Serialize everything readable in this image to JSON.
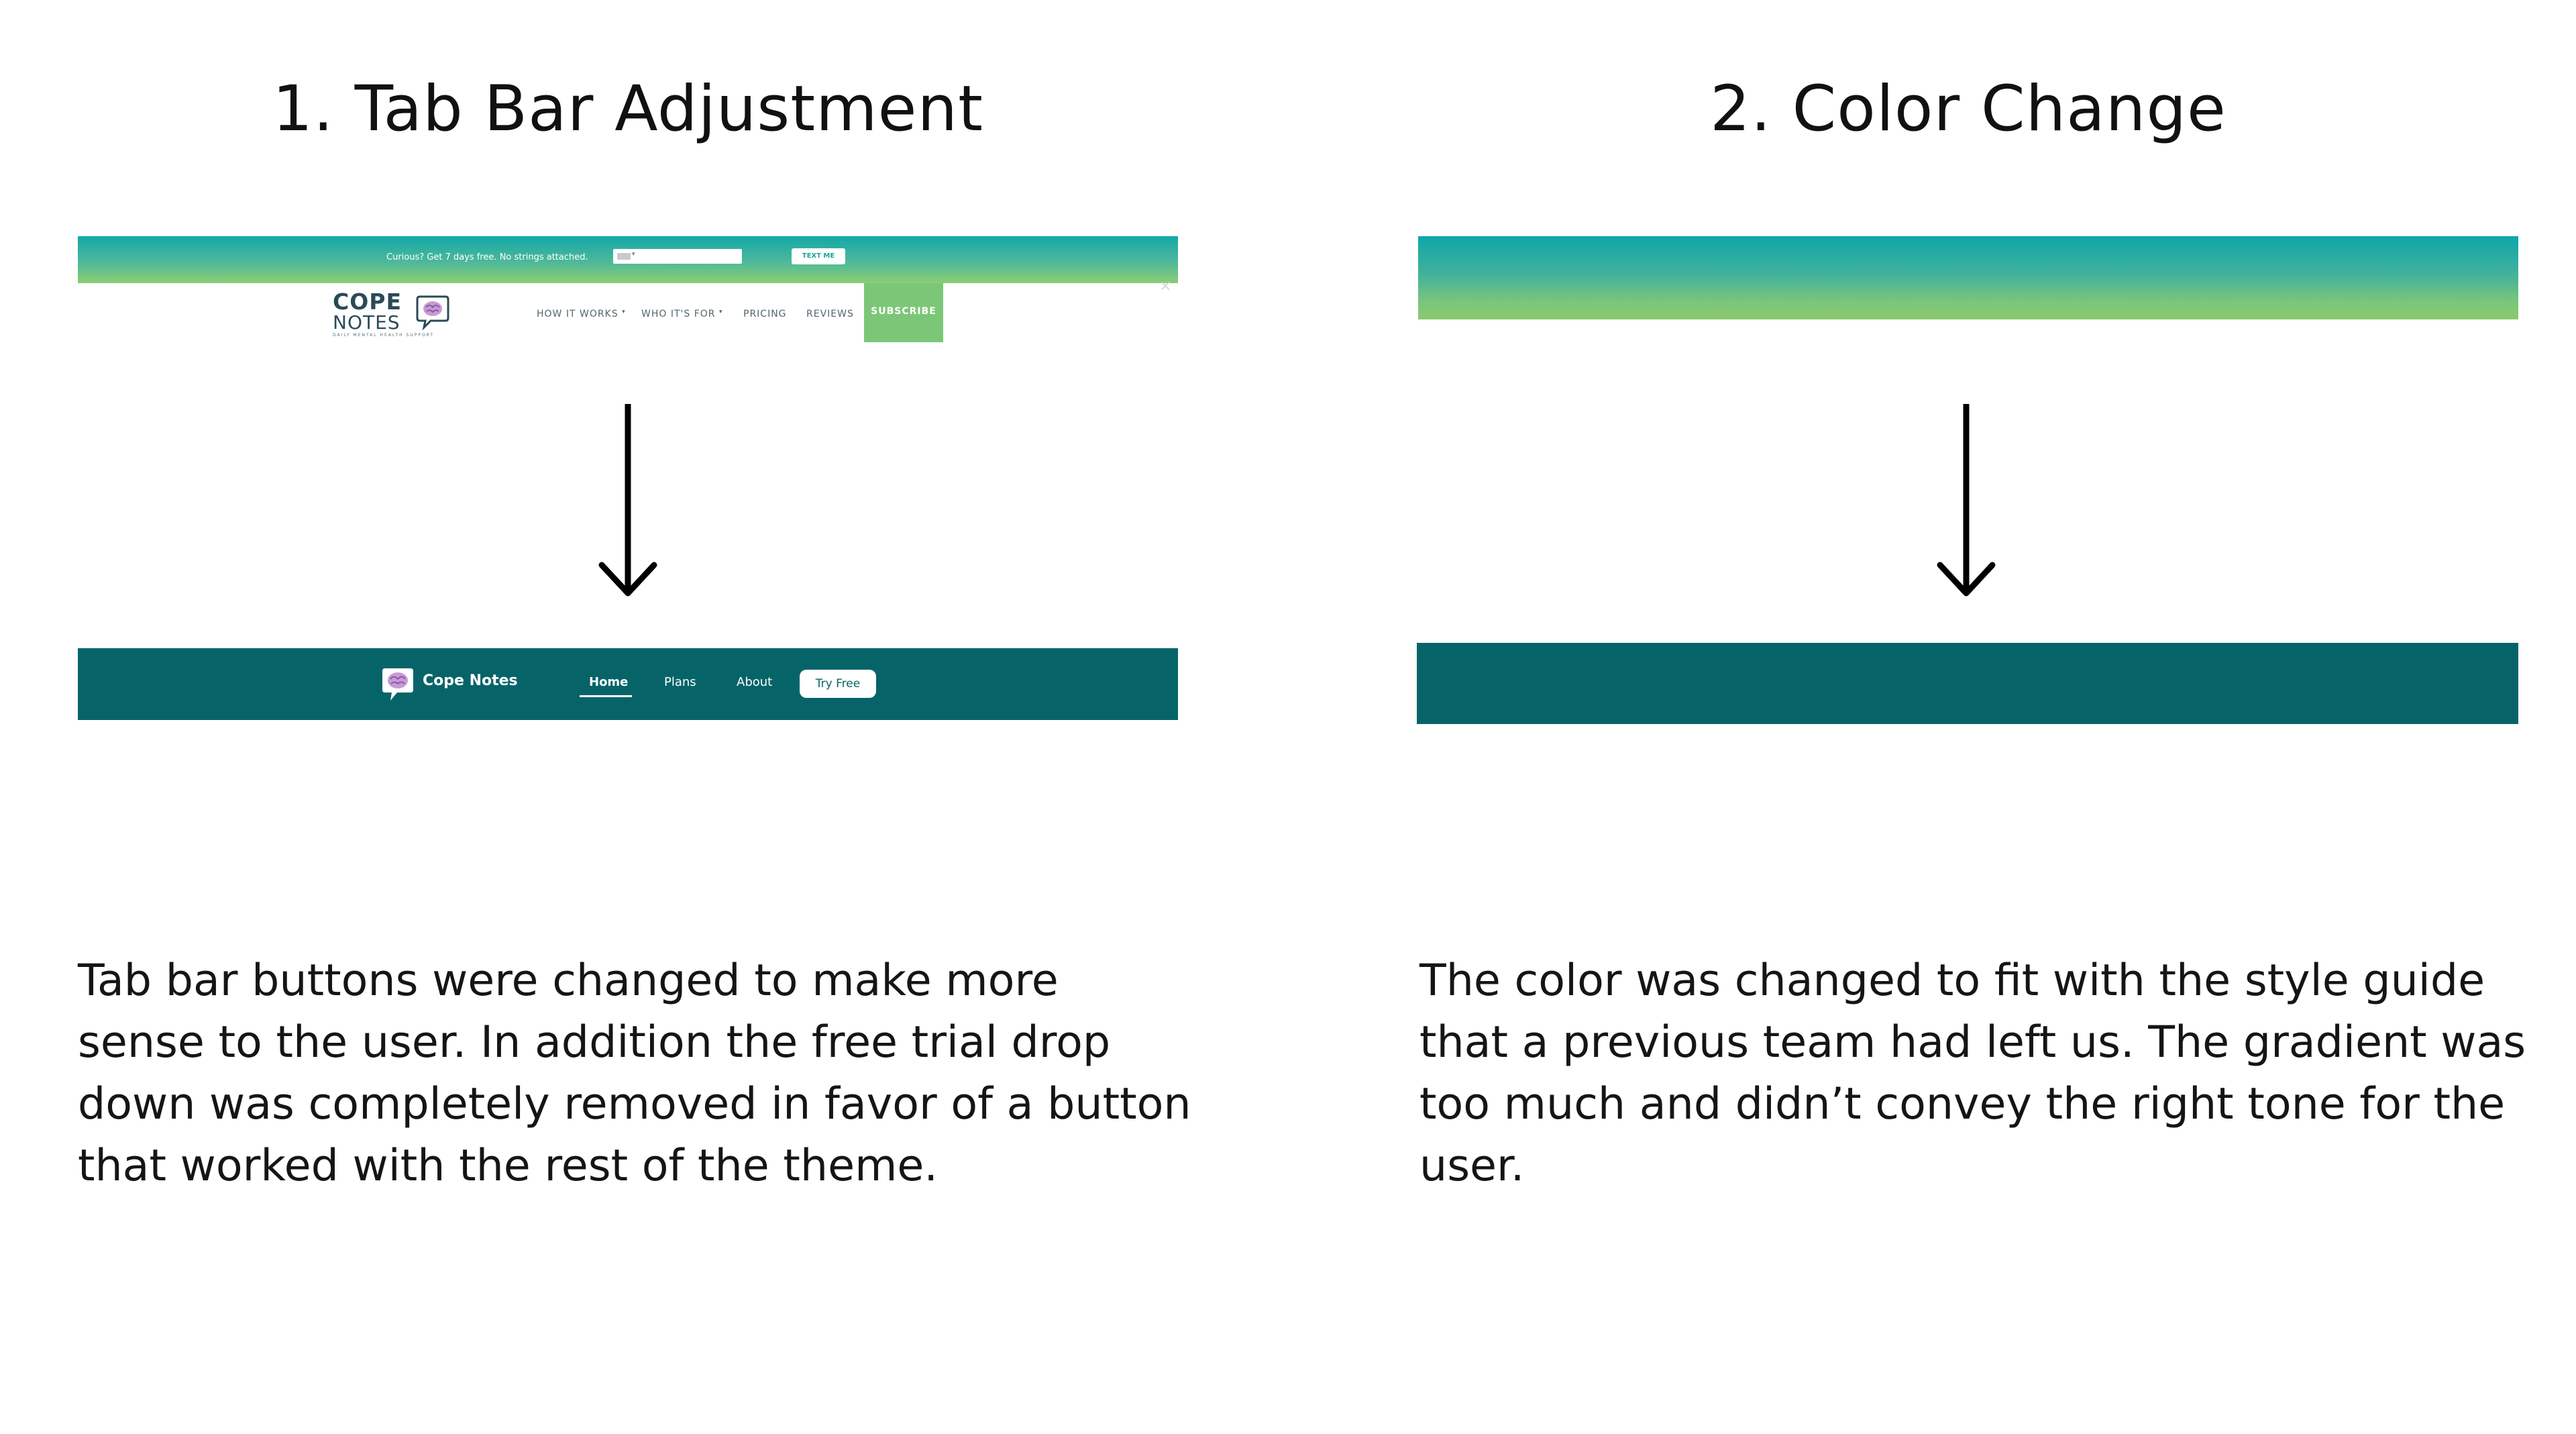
{
  "sections": [
    {
      "title": "1. Tab Bar Adjustment",
      "description": "Tab bar buttons were changed to make more sense to the user. In addition the free trial drop down was completely removed in favor of a button that worked with the rest of the theme."
    },
    {
      "title": "2. Color Change",
      "description": "The color was changed to fit with the style guide that a previous team had left us. The gradient was too much and didn’t convey the right tone for the user."
    }
  ],
  "old_bar": {
    "banner_text": "Curious? Get 7 days free. No strings attached.",
    "banner_button": "TEXT ME",
    "logo_line1": "COPE",
    "logo_line2": "NOTES",
    "logo_tagline": "DAILY MENTAL HEALTH SUPPORT",
    "nav": [
      "HOW IT WORKS",
      "WHO IT'S FOR",
      "PRICING",
      "REVIEWS"
    ],
    "subscribe": "SUBSCRIBE",
    "close_symbol": "×"
  },
  "new_bar": {
    "brand": "Cope Notes",
    "tabs": [
      "Home",
      "Plans",
      "About"
    ],
    "try_button": "Try Free"
  },
  "colors": {
    "gradient_top": "#0fa6aa",
    "gradient_bottom": "#8ac96f",
    "brand_teal": "#066468",
    "subscribe_green": "#7cc777"
  }
}
